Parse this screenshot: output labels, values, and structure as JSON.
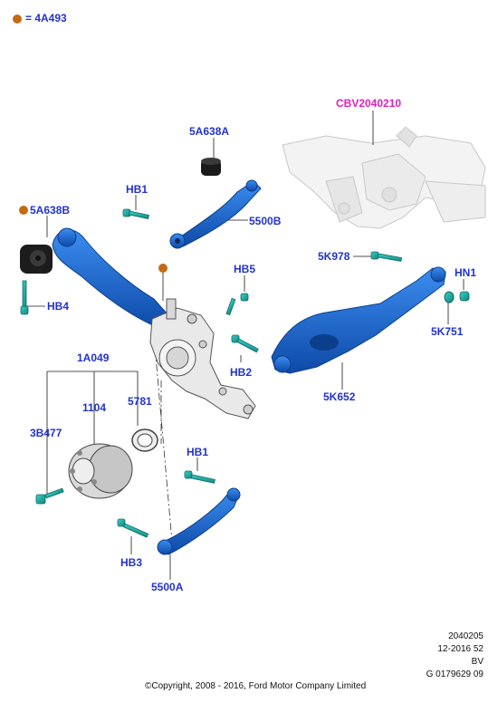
{
  "legend": {
    "text": "= 4A493",
    "marker_color": "#c46a12"
  },
  "colors": {
    "part_blue": "#1f6fd8",
    "part_blue_dark": "#0b3f8c",
    "fastener_teal": "#1aa39a",
    "label_blue": "#2233cc",
    "label_magenta": "#e020c0",
    "ghost_gray": "#d8d8d8"
  },
  "labels": {
    "cbv": "CBV2040210",
    "p5a638a": "5A638A",
    "hb1_top": "HB1",
    "p5500b": "5500B",
    "p5a638b": "5A638B",
    "hb4": "HB4",
    "hb5": "HB5",
    "p5k978": "5K978",
    "hn1": "HN1",
    "p5k751": "5K751",
    "hb2": "HB2",
    "p5k652": "5K652",
    "p1a049": "1A049",
    "p1104": "1104",
    "p5781": "5781",
    "p3b477": "3B477",
    "hb1_bottom": "HB1",
    "hb3": "HB3",
    "p5500a": "5500A"
  },
  "meta": {
    "line1": "2040205",
    "line2": "12-2016 52",
    "line3": "BV",
    "line4": "G 0179629 09"
  },
  "copyright": "©Copyright, 2008 - 2016, Ford Motor Company Limited"
}
